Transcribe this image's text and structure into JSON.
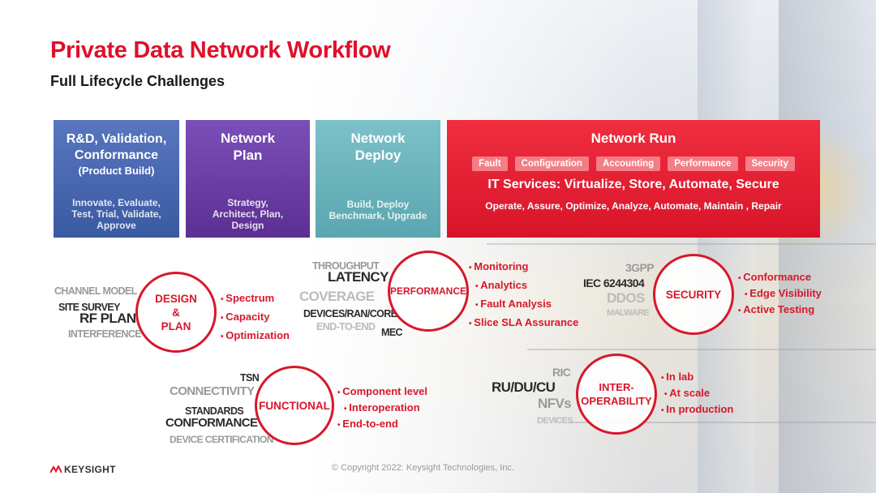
{
  "title": "Private Data Network Workflow",
  "subtitle": "Full Lifecycle Challenges",
  "phases": {
    "rd": {
      "title": "R&D, Validation,\nConformance",
      "sub": "(Product Build)",
      "note": "Innovate, Evaluate,\nTest, Trial, Validate,\nApprove"
    },
    "plan": {
      "title": "Network\nPlan",
      "note": "Strategy,\nArchitect, Plan,\nDesign"
    },
    "deploy": {
      "title": "Network\nDeploy",
      "note": "Build, Deploy\nBenchmark, Upgrade"
    },
    "run": {
      "title": "Network Run",
      "tags": [
        "Fault",
        "Configuration",
        "Accounting",
        "Performance",
        "Security"
      ],
      "it": "IT Services: Virtualize, Store, Automate, Secure",
      "ops": "Operate, Assure, Optimize, Analyze, Automate, Maintain , Repair"
    }
  },
  "design": {
    "label": "DESIGN\n&\nPLAN",
    "bullets": [
      "Spectrum",
      "Capacity",
      "Optimization"
    ],
    "keywords": [
      "CHANNEL MODEL",
      "SITE SURVEY",
      "RF PLAN",
      "INTERFERENCE"
    ]
  },
  "performance": {
    "label": "PERFORMANCE",
    "bullets": [
      "Monitoring",
      "Analytics",
      "Fault Analysis",
      "Slice SLA Assurance"
    ],
    "keywords": [
      "THROUGHPUT",
      "LATENCY",
      "COVERAGE",
      "DEVICES/RAN/CORE",
      "END-TO-END",
      "MEC"
    ]
  },
  "security": {
    "label": "SECURITY",
    "bullets": [
      "Conformance",
      "Edge Visibility",
      "Active Testing"
    ],
    "keywords": [
      "3GPP",
      "IEC 6244304",
      "DDOS",
      "MALWARE"
    ]
  },
  "functional": {
    "label": "FUNCTIONAL",
    "bullets": [
      "Component level",
      "Interoperation",
      "End-to-end"
    ],
    "keywords": [
      "TSN",
      "CONNECTIVITY",
      "STANDARDS",
      "CONFORMANCE",
      "DEVICE CERTIFICATION"
    ]
  },
  "interop": {
    "label": "INTER-\nOPERABILITY",
    "bullets": [
      "In lab",
      "At scale",
      "In production"
    ],
    "keywords": [
      "RIC",
      "RU/DU/CU",
      "NFVs",
      "DEVICES"
    ]
  },
  "footer": "© Copyright 2022: Keysight Technologies, Inc.",
  "logo": "KEYSIGHT",
  "colors": {
    "accent": "#e0102a",
    "plan": "#6a3fa6",
    "rd": "#4766b0",
    "deploy": "#6bb4bd",
    "run": "#e51d30"
  }
}
